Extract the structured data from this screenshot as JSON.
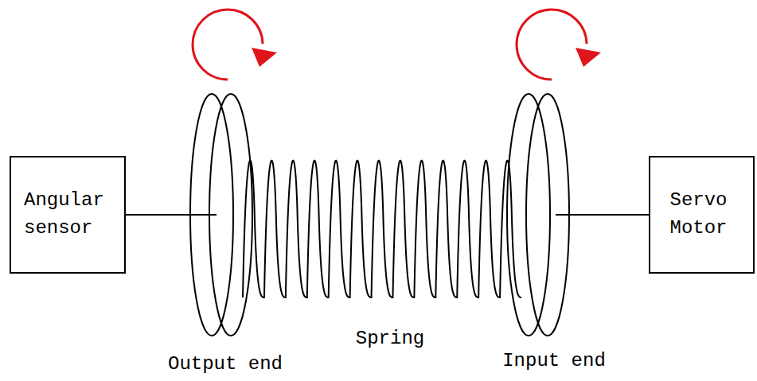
{
  "diagram": {
    "nodes": [
      {
        "text": [
          "Angular sensor"
        ]
      },
      {
        "text": [
          "Servo Motor"
        ]
      }
    ],
    "labels": [
      "Spring",
      "Output end",
      "Input end"
    ]
  }
}
